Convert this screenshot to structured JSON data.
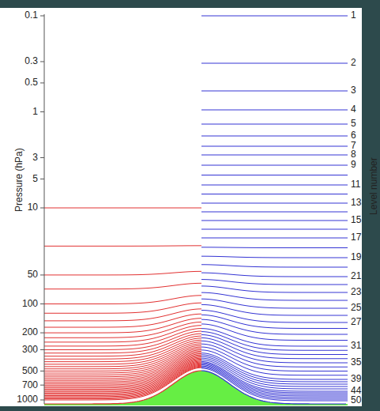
{
  "diagram": {
    "labels": [
      "Pressure (hPa)",
      "0.1",
      "0.3",
      "0.5",
      "1",
      "3",
      "5",
      "10",
      "50",
      "100",
      "200",
      "300",
      "500",
      "700",
      "1000",
      "Level number",
      "1",
      "2",
      "3",
      "4",
      "5",
      "6",
      "7",
      "8",
      "9",
      "11",
      "13",
      "15",
      "17",
      "19",
      "21",
      "23",
      "25",
      "27",
      "31",
      "35",
      "39",
      "44",
      "50"
    ]
  }
}
